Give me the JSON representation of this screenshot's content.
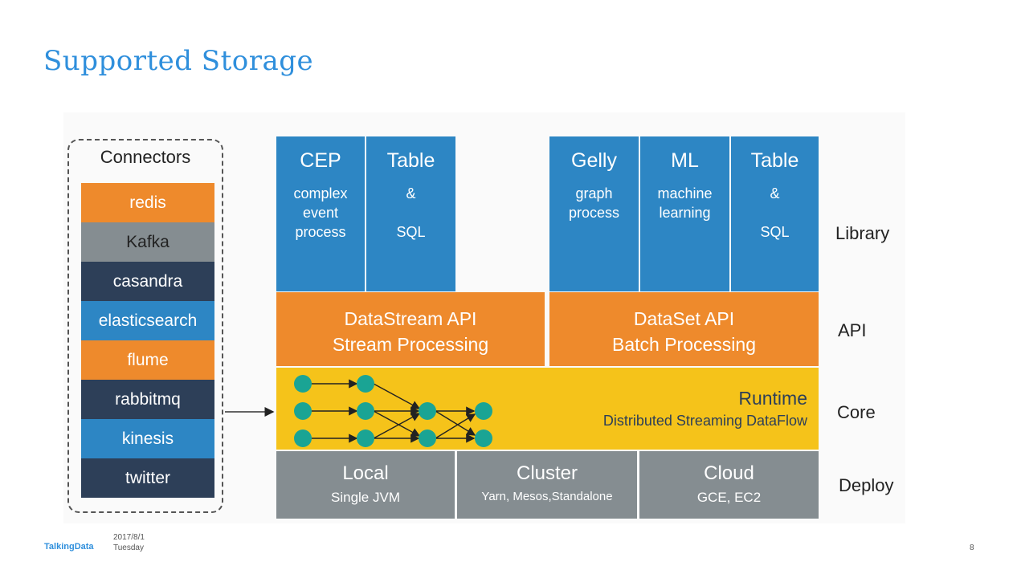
{
  "title": "Supported Storage",
  "connectors": {
    "title": "Connectors",
    "items": [
      {
        "label": "redis",
        "color": "#ee8a2c"
      },
      {
        "label": "Kafka",
        "color": "#858d91",
        "dark_text": true
      },
      {
        "label": "casandra",
        "color": "#2d3f58"
      },
      {
        "label": "elasticsearch",
        "color": "#2d86c4"
      },
      {
        "label": "flume",
        "color": "#ee8a2c"
      },
      {
        "label": "rabbitmq",
        "color": "#2d3f58"
      },
      {
        "label": "kinesis",
        "color": "#2d86c4"
      },
      {
        "label": "twitter",
        "color": "#2d3f58"
      }
    ]
  },
  "library": {
    "label": "Library",
    "blocks": [
      {
        "name": "CEP",
        "desc": [
          "complex",
          "event",
          "process"
        ]
      },
      {
        "name": "Table",
        "desc": [
          "&",
          "",
          "SQL"
        ]
      },
      {
        "name": "Gelly",
        "desc": [
          "graph",
          "process"
        ]
      },
      {
        "name": "ML",
        "desc": [
          "machine",
          "learning"
        ]
      },
      {
        "name": "Table",
        "desc": [
          "&",
          "",
          "SQL"
        ]
      }
    ]
  },
  "api": {
    "label": "API",
    "stream": {
      "line1": "DataStream API",
      "line2": "Stream Processing"
    },
    "batch": {
      "line1": "DataSet API",
      "line2": "Batch Processing"
    }
  },
  "core": {
    "label": "Core",
    "title": "Runtime",
    "subtitle": "Distributed Streaming DataFlow"
  },
  "deploy": {
    "label": "Deploy",
    "items": [
      {
        "name": "Local",
        "sub": "Single JVM"
      },
      {
        "name": "Cluster",
        "sub": "Yarn, Mesos,Standalone"
      },
      {
        "name": "Cloud",
        "sub": "GCE, EC2"
      }
    ]
  },
  "colors": {
    "blue": "#2d86c4",
    "orange": "#ee8a2c",
    "yellow": "#f5c31a",
    "gray": "#858d91",
    "teal": "#1aa494"
  },
  "footer": {
    "logo": "TalkingData",
    "date": "2017/8/1",
    "weekday": "Tuesday",
    "page": "8"
  }
}
